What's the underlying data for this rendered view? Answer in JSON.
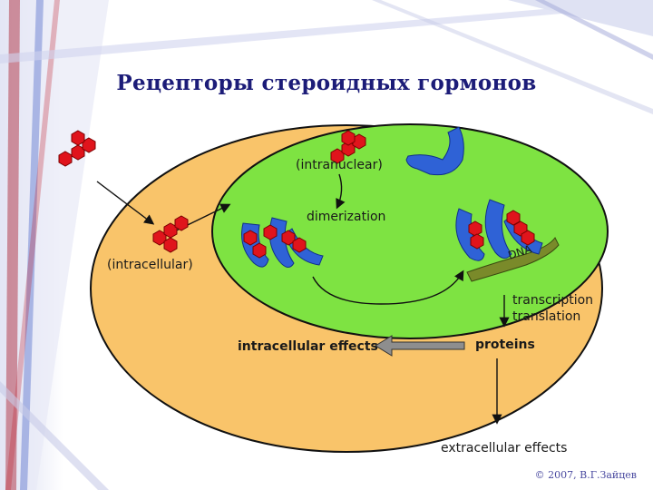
{
  "slide": {
    "title": "Рецепторы стероидных гормонов",
    "credit": "© 2007, В.Г.Зайцев"
  },
  "labels": {
    "intranuclear": "(intranuclear)",
    "dimerization": "dimerization",
    "intracellular": "(intracellular)",
    "dna": "DNA",
    "transcription": "transcription",
    "translation": "translation",
    "intracellular_effects": "intracellular effects",
    "proteins": "proteins",
    "extracellular_effects": "extracellular effects"
  },
  "colors": {
    "cytoplasm": "#f9c46a",
    "nucleus": "#7ee342",
    "receptor": "#2f62d6",
    "hormone": "#e0141c",
    "dna": "#7a8a2a",
    "title": "#1c1c78"
  }
}
